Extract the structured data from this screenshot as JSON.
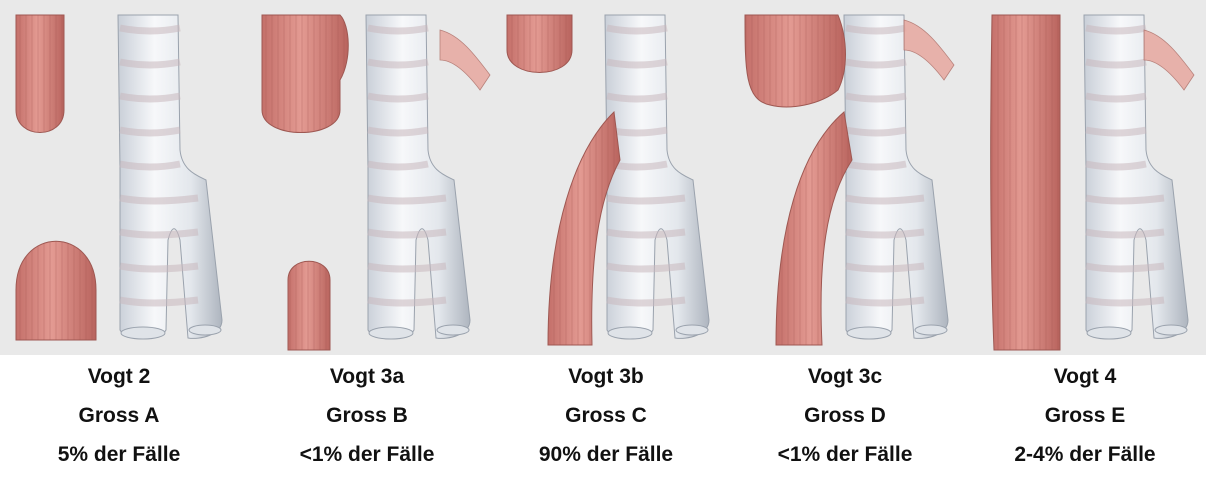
{
  "panels": [
    {
      "vogt": "Vogt 2",
      "gross": "Gross A",
      "cases": "5% der Fälle"
    },
    {
      "vogt": "Vogt 3a",
      "gross": "Gross B",
      "cases": "<1% der Fälle"
    },
    {
      "vogt": "Vogt 3b",
      "gross": "Gross C",
      "cases": "90% der Fälle"
    },
    {
      "vogt": "Vogt 3c",
      "gross": "Gross D",
      "cases": "<1% der Fälle"
    },
    {
      "vogt": "Vogt 4",
      "gross": "Gross E",
      "cases": "2-4% der Fälle"
    }
  ],
  "colors": {
    "background": "#e9e9e9",
    "esophagus": "#d98a83",
    "esophagus_dark": "#a85a55",
    "trachea": "#eef0f3",
    "ring": "#c9b8bd"
  }
}
